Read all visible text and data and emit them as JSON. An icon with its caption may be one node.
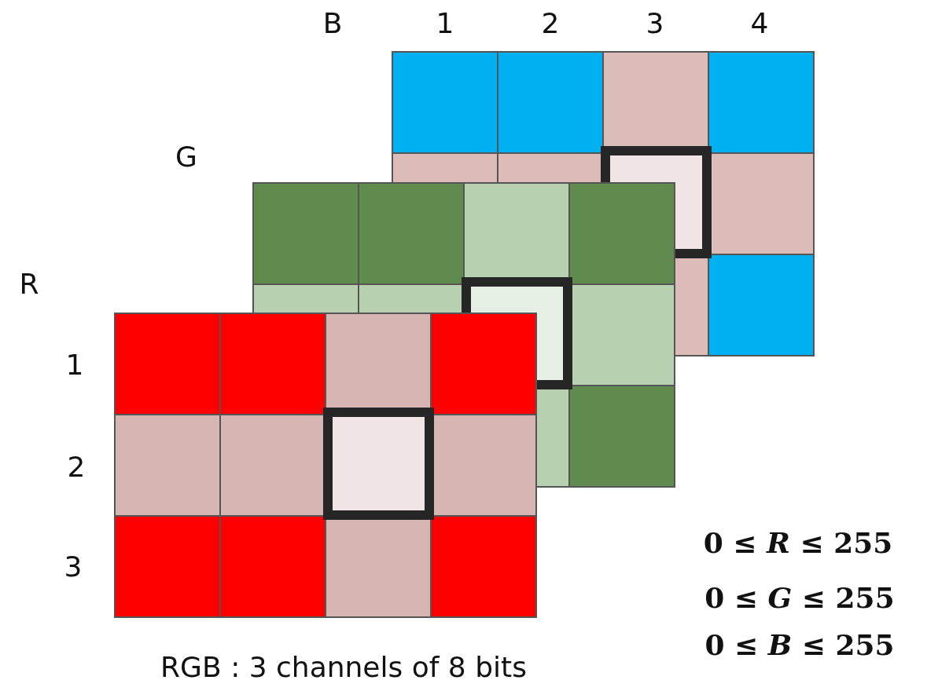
{
  "diagram": {
    "caption": "RGB : 3 channels of 8 bits",
    "labels": [
      "B",
      "1",
      "2",
      "3",
      "4",
      "G",
      "R",
      "1",
      "2",
      "3",
      "0 ≤ *R* ≤ 255",
      "0 ≤ *G* ≤ 255",
      "0 ≤ *B* ≤ 255"
    ]
  }
}
